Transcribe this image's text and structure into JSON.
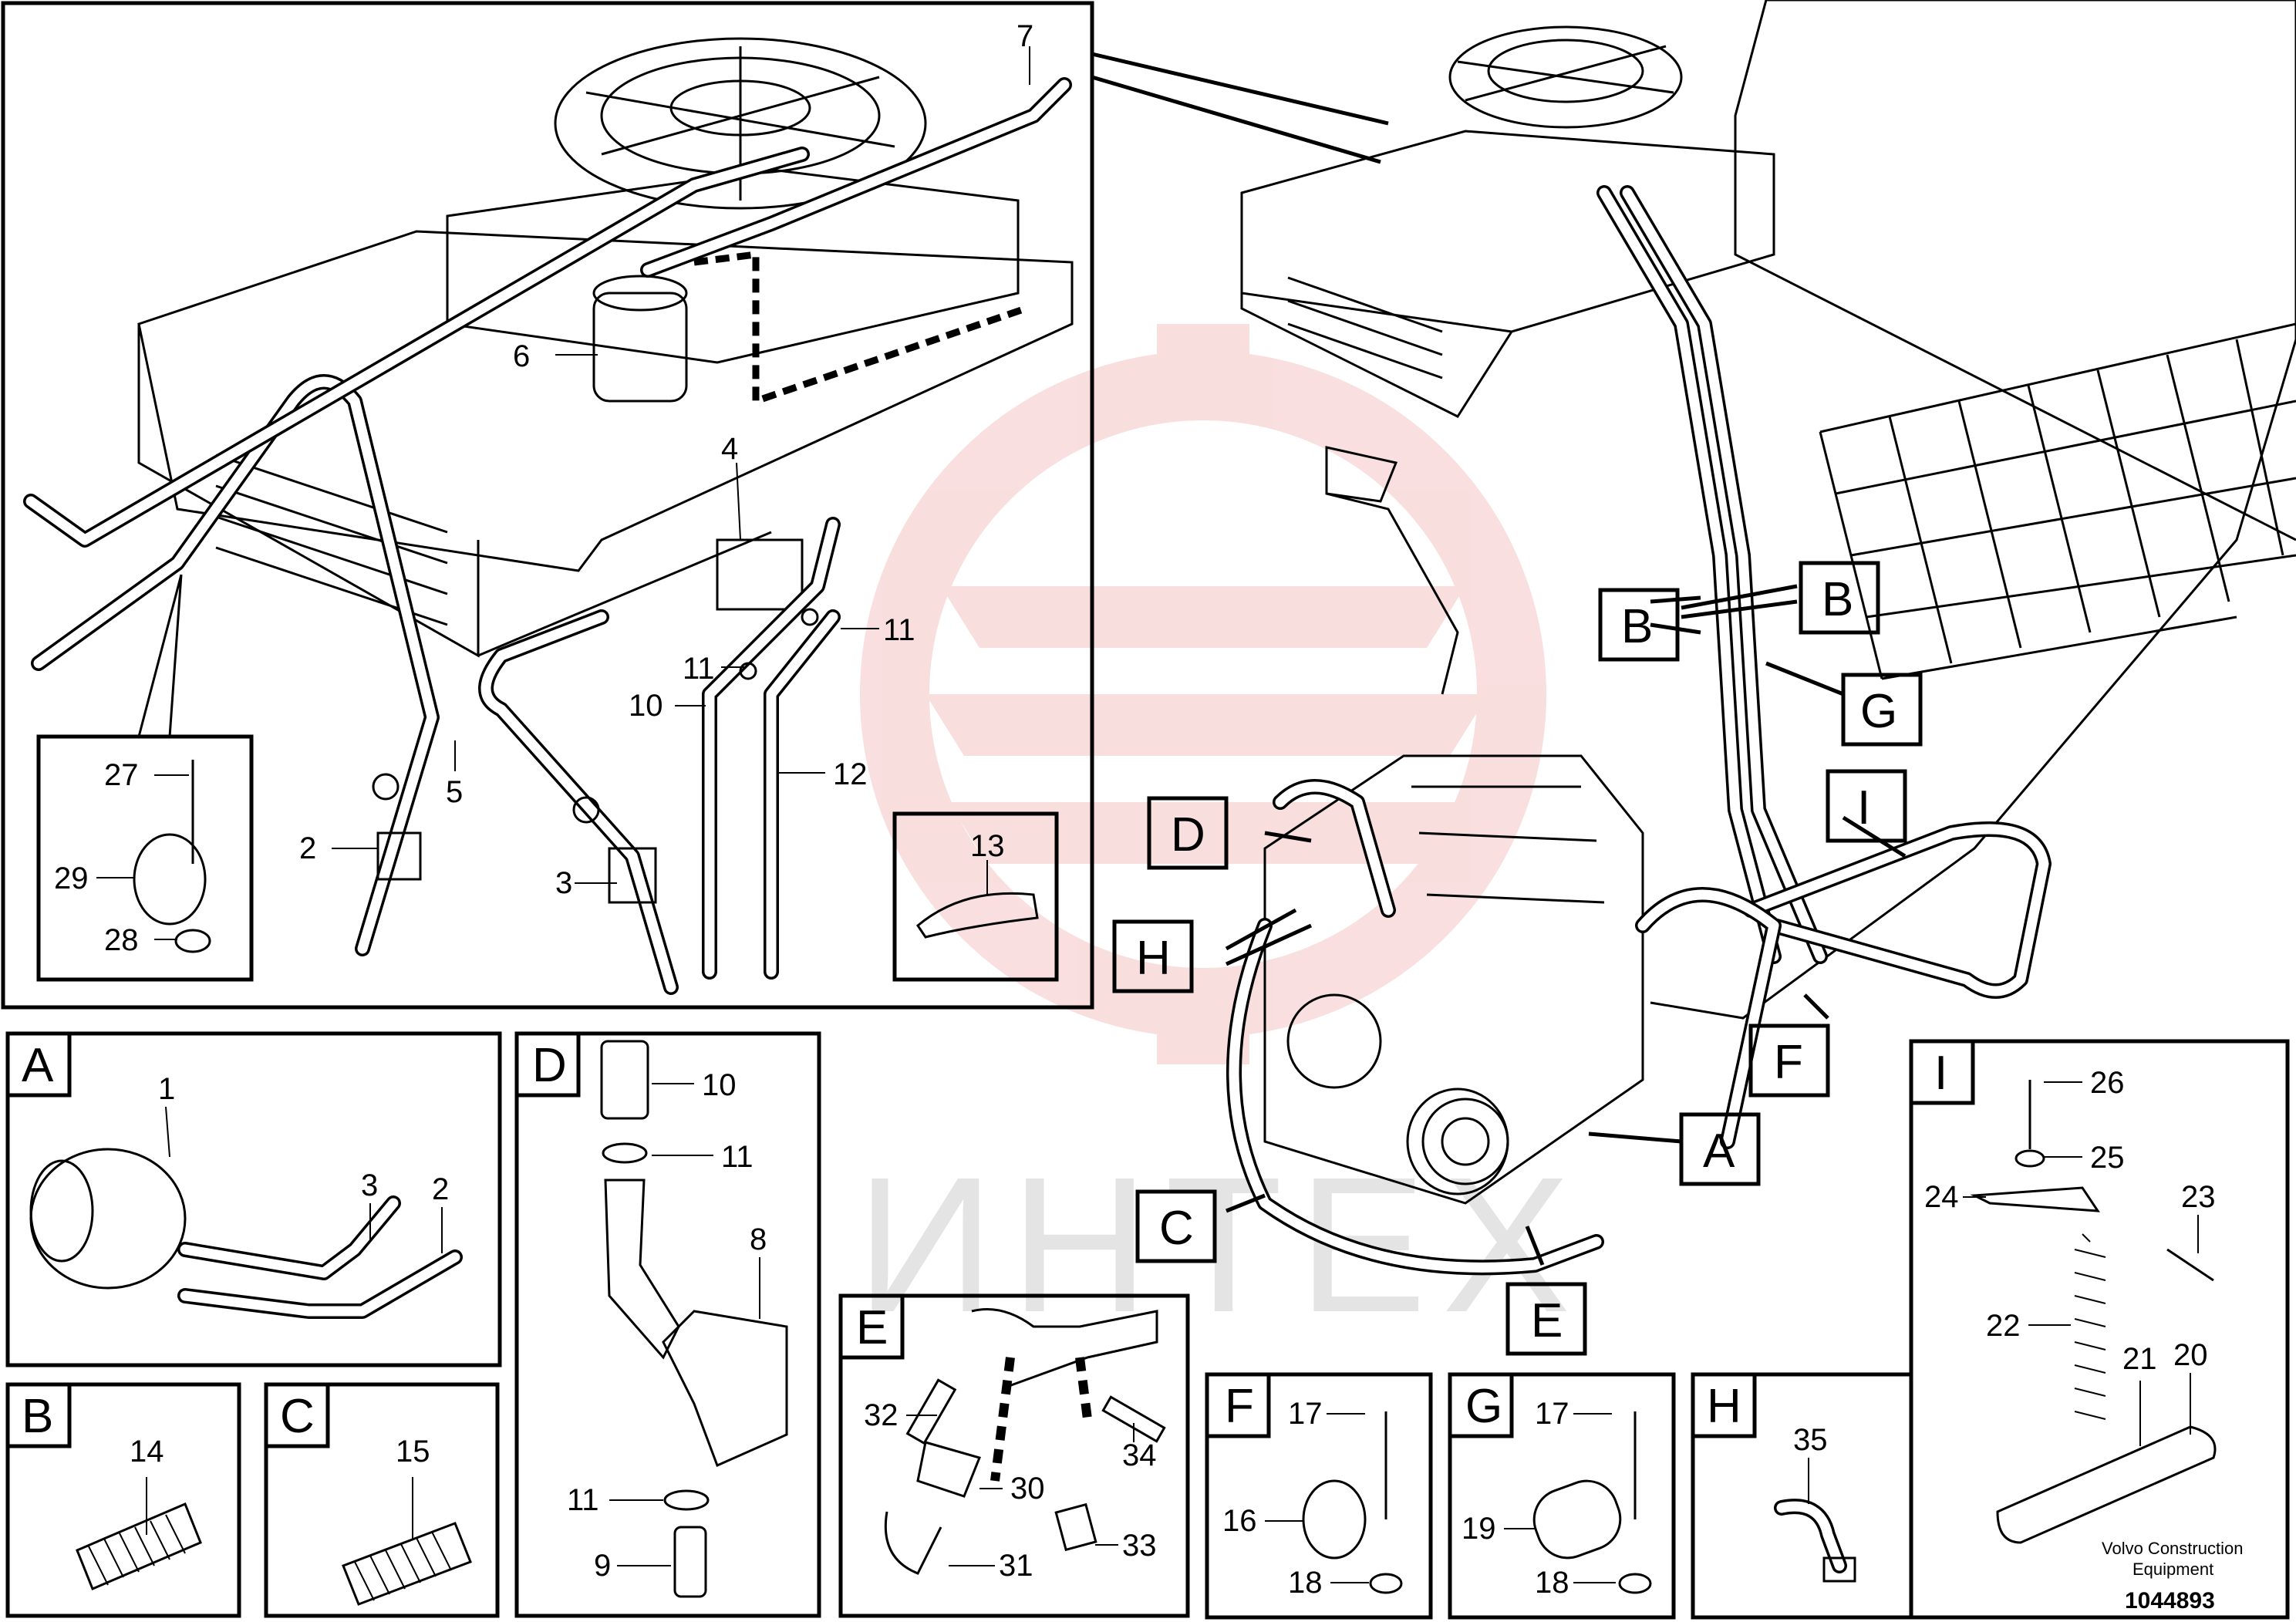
{
  "labels": {
    "n1": "1",
    "n2": "2",
    "n2b": "2",
    "n3": "3",
    "n3b": "3",
    "n4": "4",
    "n5": "5",
    "n6": "6",
    "n7": "7",
    "n8": "8",
    "n9": "9",
    "n10": "10",
    "n10b": "10",
    "n11a": "11",
    "n11b": "11",
    "n11c": "11",
    "n11d": "11",
    "n12": "12",
    "n13": "13",
    "n14": "14",
    "n15": "15",
    "n16": "16",
    "n17": "17",
    "n17b": "17",
    "n18": "18",
    "n18b": "18",
    "n19": "19",
    "n20": "20",
    "n21": "21",
    "n22": "22",
    "n23": "23",
    "n24": "24",
    "n25": "25",
    "n26": "26",
    "n27": "27",
    "n28": "28",
    "n29": "29",
    "n30": "30",
    "n31": "31",
    "n32": "32",
    "n33": "33",
    "n34": "34",
    "n35": "35"
  },
  "callouts": {
    "A": "A",
    "B1": "B",
    "B2": "B",
    "C": "C",
    "D": "D",
    "E": "E",
    "F": "F",
    "G": "G",
    "H": "H",
    "I": "I"
  },
  "panels": {
    "A": "A",
    "B": "B",
    "C": "C",
    "D": "D",
    "E": "E",
    "F": "F",
    "G": "G",
    "H": "H",
    "I": "I"
  },
  "watermark": "ИНТЕХ",
  "footer": {
    "company_line1": "Volvo Construction",
    "company_line2": "Equipment",
    "doc_number": "1044893"
  },
  "colors": {
    "line": "#000000",
    "watermark": "#f2b8b8"
  }
}
